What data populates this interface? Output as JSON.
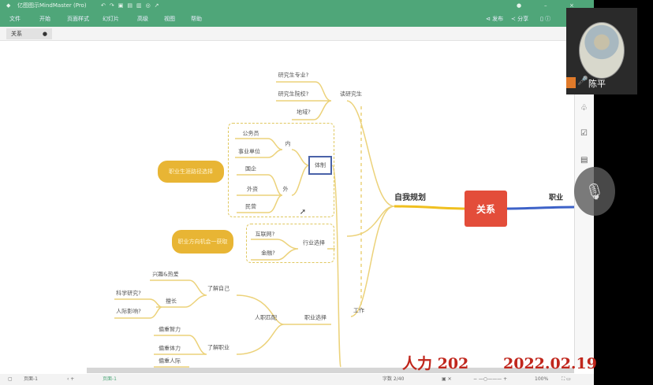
{
  "app": {
    "title": "亿图图示MindMaster (Pro)",
    "menu": [
      "文件",
      "开始",
      "页面样式",
      "幻灯片",
      "高级",
      "视图",
      "帮助"
    ],
    "publish": "发布",
    "share": "分享",
    "doc_tab": "关系"
  },
  "map": {
    "center": "关系",
    "left_main": "自我规划",
    "right_main": "职业",
    "study": {
      "label": "读研究生",
      "items": [
        "研究生专业?",
        "研究生院校?",
        "地域?"
      ]
    },
    "tizhi": {
      "label": "体制",
      "nei": "内",
      "wai": "外",
      "nei_items": [
        "公务员",
        "事业单位"
      ],
      "wai_items": [
        "国企",
        "外资",
        "民营"
      ]
    },
    "callout1": "职业生涯路径选择",
    "callout2": "职业方向机会一获取",
    "industry": {
      "label": "行业选择",
      "items": [
        "互联网?",
        "金融?"
      ]
    },
    "work": "工作",
    "career": {
      "label": "职业选择",
      "match": "人职匹配",
      "self": {
        "label": "了解自己",
        "interest": "兴趣&热爱",
        "good": "擅长",
        "good_items": [
          "科学研究?",
          "人际影响?"
        ]
      },
      "job": {
        "label": "了解职业",
        "items": [
          "偏重智力",
          "偏重体力",
          "偏重人际"
        ]
      }
    }
  },
  "status": {
    "page_select": "页面-1",
    "page_tab": "页面-1",
    "count": "字数 2/40",
    "zoom": "100%"
  },
  "video": {
    "name": "陈平"
  },
  "overlay": {
    "left": "人力 202",
    "date": "2022.02.19"
  }
}
